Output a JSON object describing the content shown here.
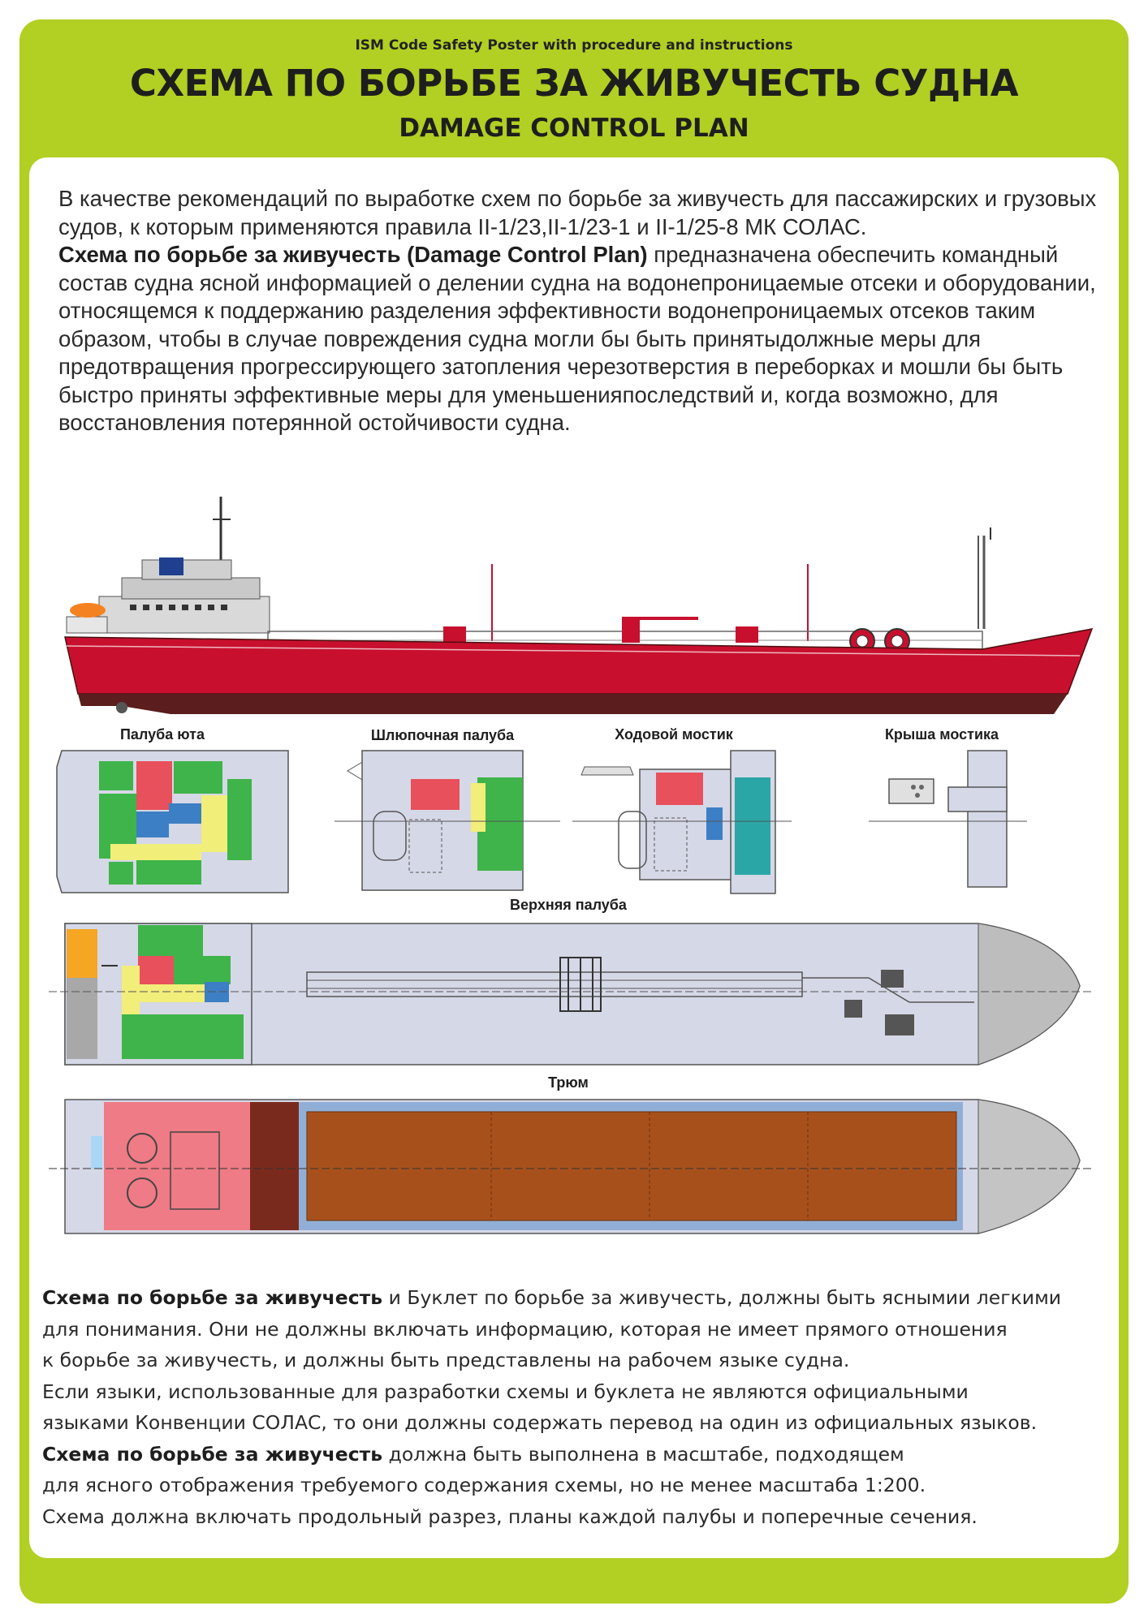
{
  "header": {
    "subtitle_small": "ISM Code Safety Poster with procedure and instructions",
    "title_ru": "СХЕМА ПО БОРЬБЕ ЗА ЖИВУЧЕСТЬ СУДНА",
    "title_en": "DAMAGE CONTROL PLAN"
  },
  "intro": {
    "p1": "В качестве рекомендаций по выработке схем по борьбе за живучесть для пассажирских и грузовых судов, к которым применяются правила II-1/23,II-1/23-1 и II-1/25-8 МК СОЛАС.",
    "p2_bold": "Схема по борьбе за живучесть (Damage Control Plan)",
    "p2_text": " предназначена обеспечить командный состав судна ясной информацией о делении судна на водонепроницаемые отсеки и оборудовании, относящемся к поддержанию разделения эффективности водонепроницаемых отсеков таким образом, чтобы в случае повреждения судна могли бы быть принятыдолжные меры для предотвращения прогрессирующего затопления черезотверстия в переборках и мошли бы быть быстро приняты эффективные меры для уменьшенияпоследствий и, когда возможно, для восстановления потерянной остойчивости судна."
  },
  "diagram_labels": {
    "poop_deck": "Палуба юта",
    "boat_deck": "Шлюпочная палуба",
    "nav_bridge": "Ходовой мостик",
    "bridge_roof": "Крыша мостика",
    "upper_deck": "Верхняя палуба",
    "hold": "Трюм"
  },
  "outro": {
    "l1_bold": "Схема по борьбе за живучесть",
    "l1_text": " и Буклет по борьбе за живучесть, должны быть яснымии легкими",
    "l2": "для понимания. Они не должны включать информацию, которая не имеет прямого отношения",
    "l3": "к борьбе за живучесть, и должны быть представлены на рабочем языке судна.",
    "l4": "Если языки, использованные для разработки схемы и буклета не являются официальными",
    "l5": "языками Конвенции СОЛАС, то они должны содержать перевод на один из официальных языков.",
    "l6_bold": "Схема по борьбе за живучесть",
    "l6_text": " должна быть выполнена в масштабе, подходящем",
    "l7": "для ясного отображения требуемого содержания схемы, но не менее масштаба 1:200.",
    "l8": "Схема должна включать продольный разрез, планы каждой палубы и поперечные сечения."
  },
  "colors": {
    "frame": "#b2cf23",
    "hull_red": "#c8102e",
    "hull_dark": "#5b1d1d",
    "deck_grey": "#d5d8e6",
    "hold_brown": "#a8501c",
    "zone_green": "#3fb44a",
    "zone_red": "#e8505b",
    "zone_yellow": "#f2ee7a",
    "zone_blue": "#3d7fc4",
    "zone_teal": "#2aa6a6",
    "zone_orange": "#f5a623",
    "zone_pink": "#ee7b85"
  }
}
